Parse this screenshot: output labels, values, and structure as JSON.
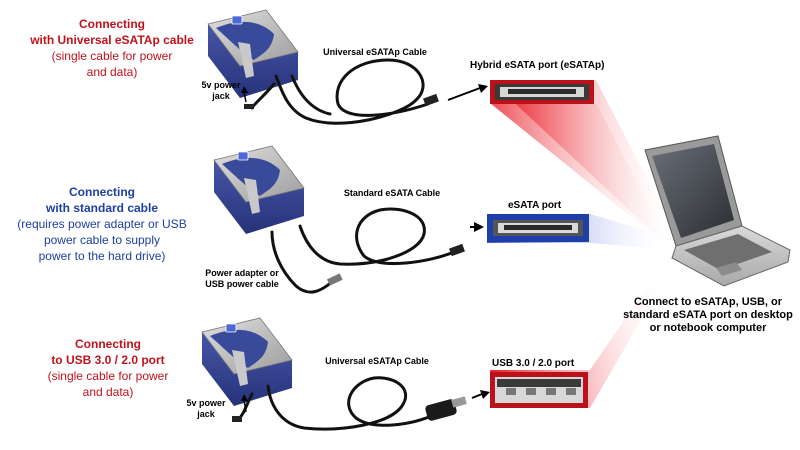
{
  "colors": {
    "red": "#c1121c",
    "blue": "#1d3f9e",
    "drive_blue": "#3a4a9a",
    "drive_silver": "#b8b8b8"
  },
  "sections": [
    {
      "title_lines": [
        "Connecting",
        "with Universal eSATAp cable"
      ],
      "desc_lines": [
        "(single cable for power",
        "and data)"
      ]
    },
    {
      "title_lines": [
        "Connecting",
        "with standard cable"
      ],
      "desc_lines": [
        "(requires power adapter or USB",
        "power cable to supply",
        "power to the hard drive)"
      ]
    },
    {
      "title_lines": [
        "Connecting",
        "to USB 3.0 / 2.0 port"
      ],
      "desc_lines": [
        "(single cable for power",
        "and data)"
      ]
    }
  ],
  "cable_labels": [
    "Universal eSATAp Cable",
    "Standard eSATA Cable",
    "Universal eSATAp Cable"
  ],
  "jack_labels": {
    "top": [
      "5v power",
      "jack"
    ],
    "middle": [
      "Power adapter or",
      "USB power cable"
    ],
    "bottom": [
      "5v power",
      "jack"
    ]
  },
  "port_labels": [
    "Hybrid eSATA port (eSATAp)",
    "eSATA port",
    "USB 3.0 / 2.0 port"
  ],
  "computer_caption": [
    "Connect to eSATAp, USB, or",
    "standard eSATA port on desktop",
    "or notebook computer"
  ]
}
